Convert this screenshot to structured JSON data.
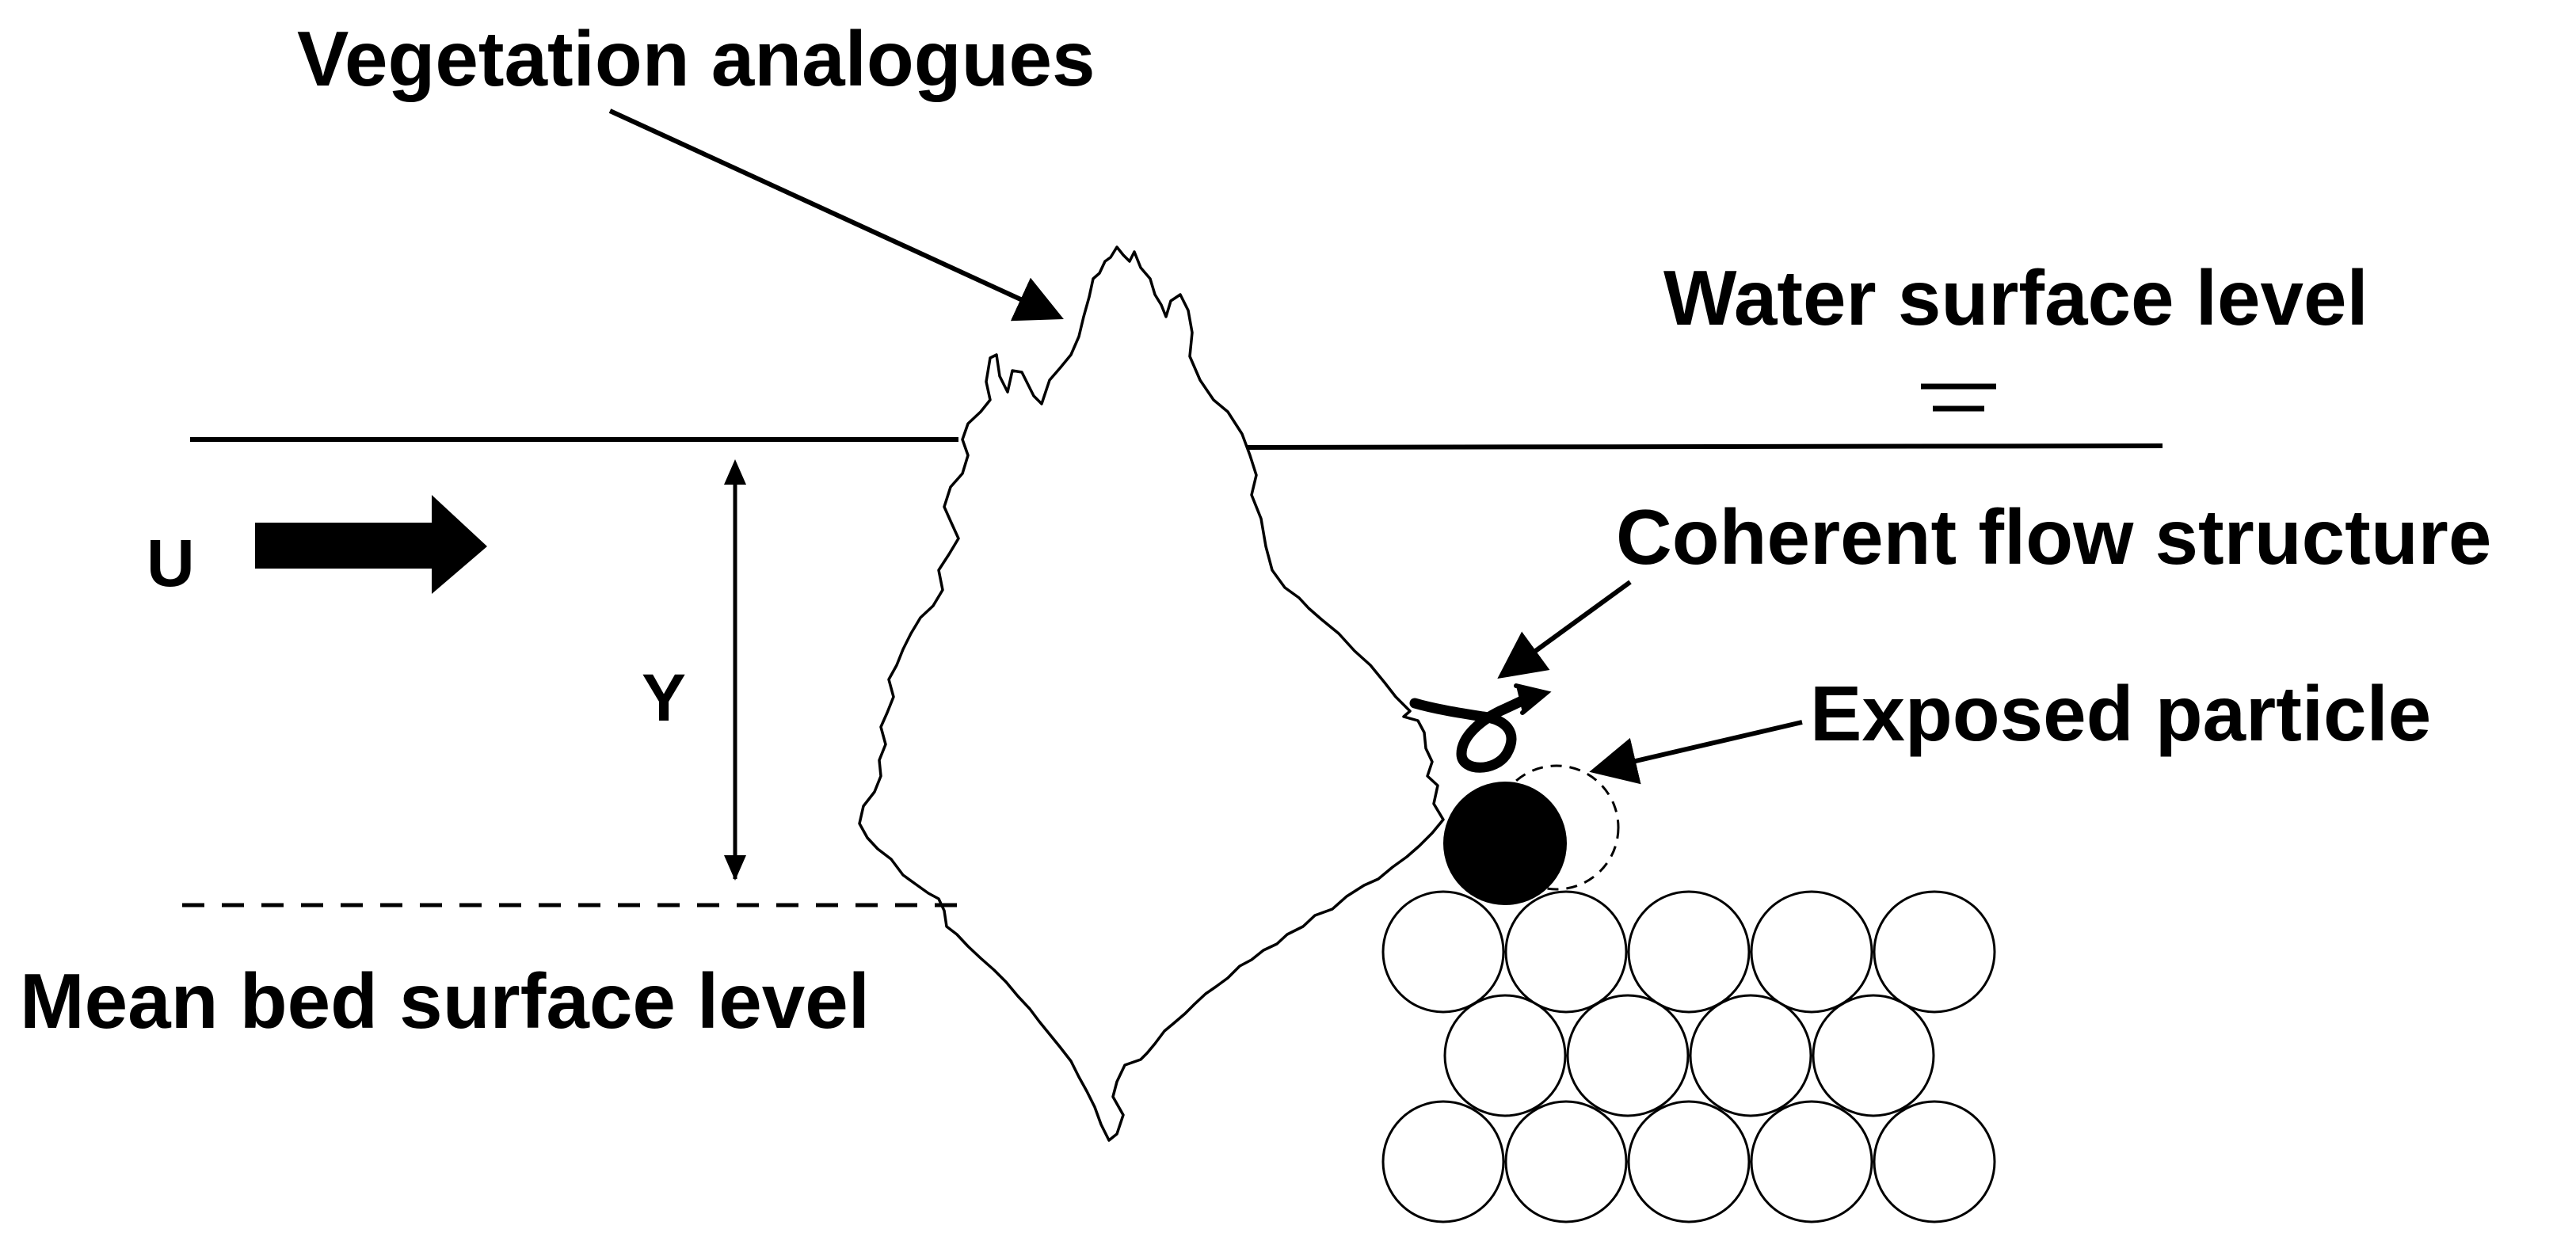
{
  "labels": {
    "vegetation": "Vegetation analogues",
    "water_surface": "Water surface level",
    "coherent_flow": "Coherent flow structure",
    "exposed_particle": "Exposed particle",
    "mean_bed": "Mean bed surface level",
    "velocity": "U",
    "depth": "Y"
  },
  "colors": {
    "ink": "#000000",
    "background": "#ffffff"
  }
}
